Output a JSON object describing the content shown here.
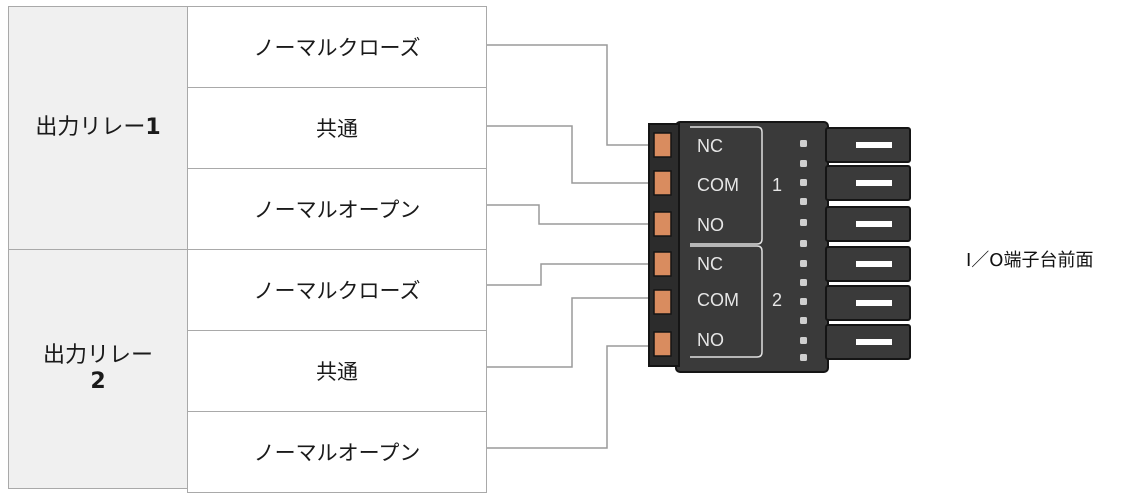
{
  "relays": [
    {
      "name": "出力リレー",
      "number": "1",
      "contacts": [
        "ノーマルクローズ",
        "共通",
        "ノーマルオープン"
      ]
    },
    {
      "name": "出力リレー",
      "number": "2",
      "contacts": [
        "ノーマルクローズ",
        "共通",
        "ノーマルオープン"
      ]
    }
  ],
  "terminal": {
    "groups": [
      {
        "number": "1",
        "pins": [
          "NC",
          "COM",
          "NO"
        ]
      },
      {
        "number": "2",
        "pins": [
          "NC",
          "COM",
          "NO"
        ]
      }
    ],
    "label": "I／O端子台前面"
  }
}
